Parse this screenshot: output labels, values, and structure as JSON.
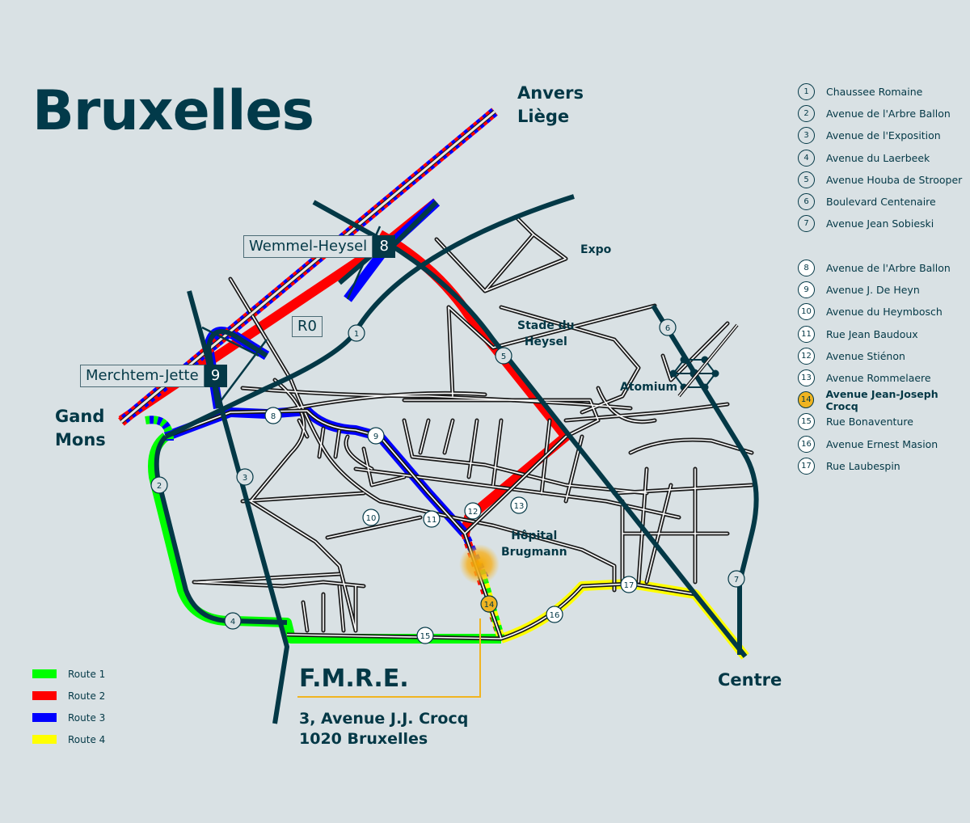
{
  "title": "Bruxelles",
  "destinations": {
    "north": [
      "Anvers",
      "Liège"
    ],
    "west": [
      "Gand",
      "Mons"
    ],
    "south": [
      "Centre"
    ]
  },
  "exits": [
    {
      "label": "Wemmel-Heysel",
      "number": "8"
    },
    {
      "label": "R0",
      "number": ""
    },
    {
      "label": "Merchtem-Jette",
      "number": "9"
    }
  ],
  "landmarks": {
    "expo": "Expo",
    "stade_line1": "Stade du",
    "stade_line2": "Heysel",
    "atomium": "Atomium",
    "hopital_line1": "Hôpital",
    "hopital_line2": "Brugmann"
  },
  "destination": {
    "name": "F.M.R.E.",
    "address_line1": "3, Avenue J.J. Crocq",
    "address_line2": "1020 Bruxelles",
    "marker_color": "#f0b421"
  },
  "legend": [
    {
      "label": "Route 1",
      "color": "#00ff00"
    },
    {
      "label": "Route 2",
      "color": "#ff0000"
    },
    {
      "label": "Route 3",
      "color": "#0000ff"
    },
    {
      "label": "Route 4",
      "color": "#ffff00"
    }
  ],
  "streets_group1": [
    {
      "num": "1",
      "name": "Chaussee Romaine"
    },
    {
      "num": "2",
      "name": "Avenue de l'Arbre Ballon"
    },
    {
      "num": "3",
      "name": "Avenue de l'Exposition"
    },
    {
      "num": "4",
      "name": "Avenue du Laerbeek"
    },
    {
      "num": "5",
      "name": "Avenue Houba de Strooper"
    },
    {
      "num": "6",
      "name": "Boulevard Centenaire"
    },
    {
      "num": "7",
      "name": "Avenue Jean Sobieski"
    }
  ],
  "streets_group2": [
    {
      "num": "8",
      "name": "Avenue de l'Arbre Ballon"
    },
    {
      "num": "9",
      "name": "Avenue J. De Heyn"
    },
    {
      "num": "10",
      "name": "Avenue du Heymbosch"
    },
    {
      "num": "11",
      "name": "Rue Jean Baudoux"
    },
    {
      "num": "12",
      "name": "Avenue Stiénon"
    },
    {
      "num": "13",
      "name": "Avenue Rommelaere"
    },
    {
      "num": "14",
      "name": "Avenue Jean-Joseph Crocq",
      "highlight": true
    },
    {
      "num": "15",
      "name": "Rue Bonaventure"
    },
    {
      "num": "16",
      "name": "Avenue Ernest Masion"
    },
    {
      "num": "17",
      "name": "Rue Laubespin"
    }
  ],
  "map_markers": {
    "m1": "1",
    "m2": "2",
    "m3": "3",
    "m4": "4",
    "m5": "5",
    "m6": "6",
    "m7": "7",
    "m8": "8",
    "m9": "9",
    "m10": "10",
    "m11": "11",
    "m12": "12",
    "m13": "13",
    "m14": "14",
    "m15": "15",
    "m16": "16",
    "m17": "17"
  },
  "colors": {
    "background": "#d9e1e4",
    "primary": "#033846",
    "route1": "#00ff00",
    "route2": "#ff0000",
    "route3": "#0000ff",
    "route4": "#ffff00",
    "accent": "#f0b421"
  }
}
